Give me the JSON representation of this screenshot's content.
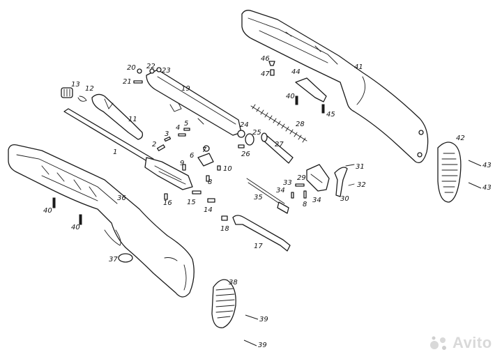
{
  "labels": {
    "p1": "1",
    "p2": "2",
    "p3": "3",
    "p4": "4",
    "p5": "5",
    "p6": "6",
    "p7": "7",
    "p8a": "8",
    "p8b": "8",
    "p9": "9",
    "p10": "10",
    "p11": "11",
    "p12": "12",
    "p13": "13",
    "p14": "14",
    "p15": "15",
    "p16": "16",
    "p17": "17",
    "p18": "18",
    "p19": "19",
    "p20": "20",
    "p21": "21",
    "p22": "22",
    "p23": "23",
    "p24": "24",
    "p25": "25",
    "p26": "26",
    "p27": "27",
    "p28": "28",
    "p29": "29",
    "p30": "30",
    "p31": "31",
    "p32": "32",
    "p33": "33",
    "p34a": "34",
    "p34b": "34",
    "p35": "35",
    "p36": "36",
    "p37": "37",
    "p38": "38",
    "p39a": "39",
    "p39b": "39",
    "p40a": "40",
    "p40b": "40",
    "p40c": "40",
    "p41": "41",
    "p42": "42",
    "p43a": "43",
    "p43b": "43",
    "p44": "44",
    "p45": "45",
    "p46": "46",
    "p47": "47"
  },
  "watermark": {
    "text": "Avito",
    "colors": [
      "#d9d9d9",
      "#cfcfcf"
    ]
  },
  "colors": {
    "line": "#1a1a1a",
    "background": "#ffffff"
  }
}
